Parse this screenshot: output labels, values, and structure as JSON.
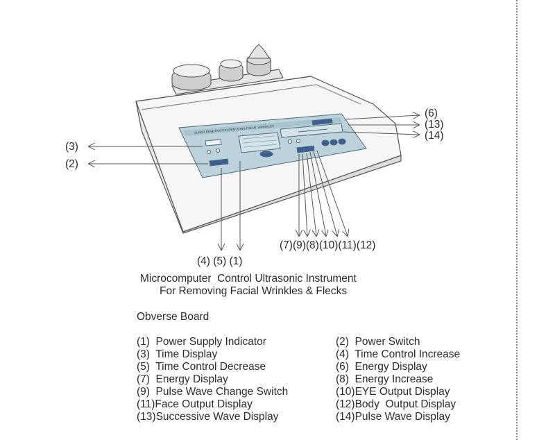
{
  "callouts": {
    "c6": "(6)",
    "c13": "(13)",
    "c14": "(14)",
    "c3": "(3)",
    "c2": "(2)",
    "bottom_left": "(4) (5) (1)",
    "bottom_right": "(7)(9)(8)(10)(11)(12)"
  },
  "panel_label": "SUPER PENETRATION REMOVING FACIAL WRINKLES",
  "title_line1": "Microcomputer  Control Ultrasonic Instrument",
  "title_line2": "For Removing Facial Wrinkles & Flecks",
  "section_heading": "Obverse Board",
  "legend_left": [
    "(1)  Power Supply Indicator",
    "(3)  Time Display",
    "(5)  Time Control Decrease",
    "(7)  Energy Display",
    "(9)  Pulse Wave Change Switch",
    "(11)Face Output Display",
    "(13)Successive Wave Display"
  ],
  "legend_right": [
    "(2)  Power Switch",
    "(4)  Time Control Increase",
    "(6)  Energy Display",
    "(8)  Energy Increase",
    "(10)EYE Output Display",
    "(12)Body  Output Display",
    "(14)Pulse Wave Display"
  ],
  "colors": {
    "line": "#555555",
    "panel": "#bcd3dc",
    "panel_inner": "#d5e4e8",
    "button": "#3d5f92",
    "body_top": "#f4f4f4",
    "body_side": "#ececec"
  }
}
